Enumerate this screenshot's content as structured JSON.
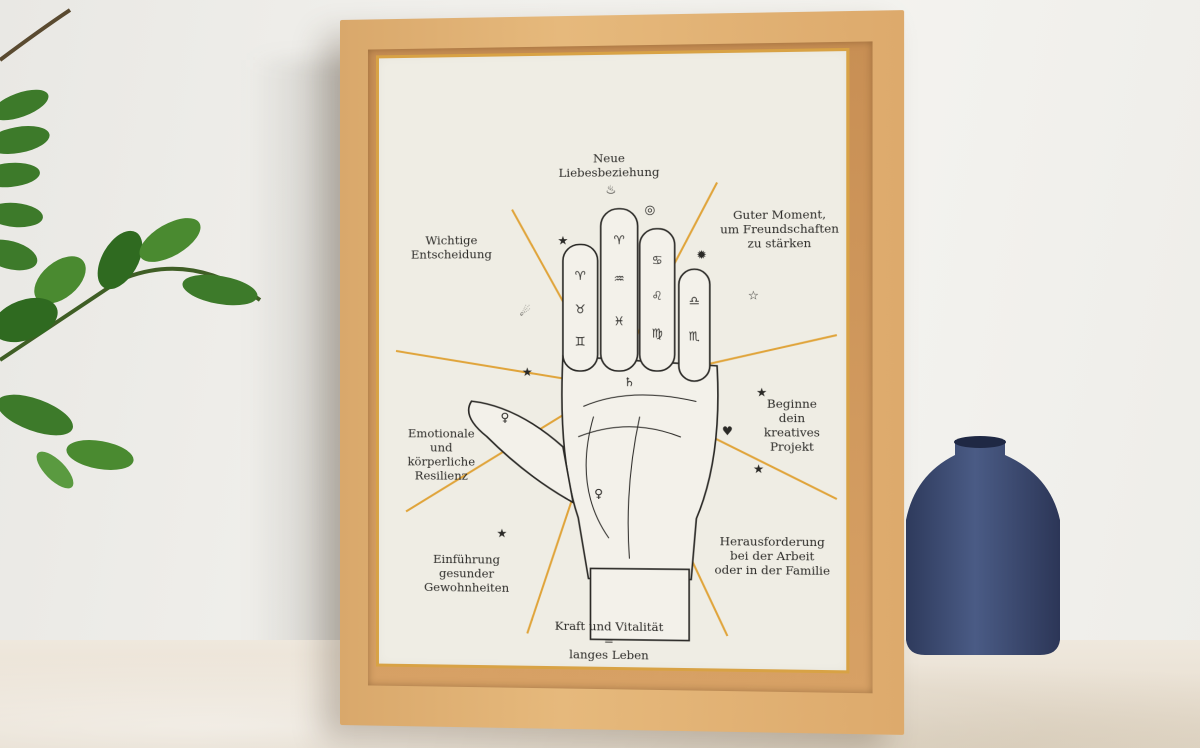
{
  "poster": {
    "labels": {
      "top": "Neue\nLiebesbeziehung",
      "upper_left": "Wichtige\nEntscheidung",
      "upper_right": "Guter Moment,\num Freundschaften\nzu stärken",
      "mid_left": "Emotionale\nund\nkörperliche\nResilienz",
      "mid_right": "Beginne\ndein\nkreatives\nProjekt",
      "lower_left": "Einführung\ngesunder\nGewohnheiten",
      "lower_right": "Herausforderung\nbei der Arbeit\noder in der Familie",
      "bottom": "Kraft und Vitalität\n=\nlanges Leben"
    }
  },
  "colors": {
    "wall": "#f1f0ec",
    "frame_wood": "#e2b478",
    "poster_paper": "#efede4",
    "poster_border": "#d8a245",
    "ray_gold": "#e0a43a",
    "ink": "#2b2a27",
    "vase_blue": "#3f4f75",
    "leaf_green": "#3d7a2a"
  },
  "icons": [
    "zodiac-symbols",
    "stars",
    "comet",
    "heart",
    "sun",
    "planet",
    "flame"
  ]
}
